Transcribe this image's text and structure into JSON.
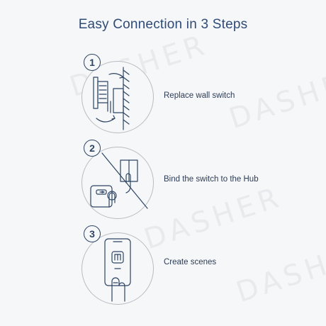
{
  "title": "Easy Connection in 3 Steps",
  "watermark": "DASHER",
  "steps": [
    {
      "number": "1",
      "label": "Replace wall switch"
    },
    {
      "number": "2",
      "label": "Bind the switch to the Hub"
    },
    {
      "number": "3",
      "label": "Create scenes"
    }
  ],
  "colors": {
    "title": "#2f4b78",
    "line": "#2d4463",
    "circle": "#b9bcc1",
    "background": "#f6f7f9"
  },
  "icons": [
    "switch-install-icon",
    "hub-pairing-icon",
    "phone-app-icon"
  ]
}
